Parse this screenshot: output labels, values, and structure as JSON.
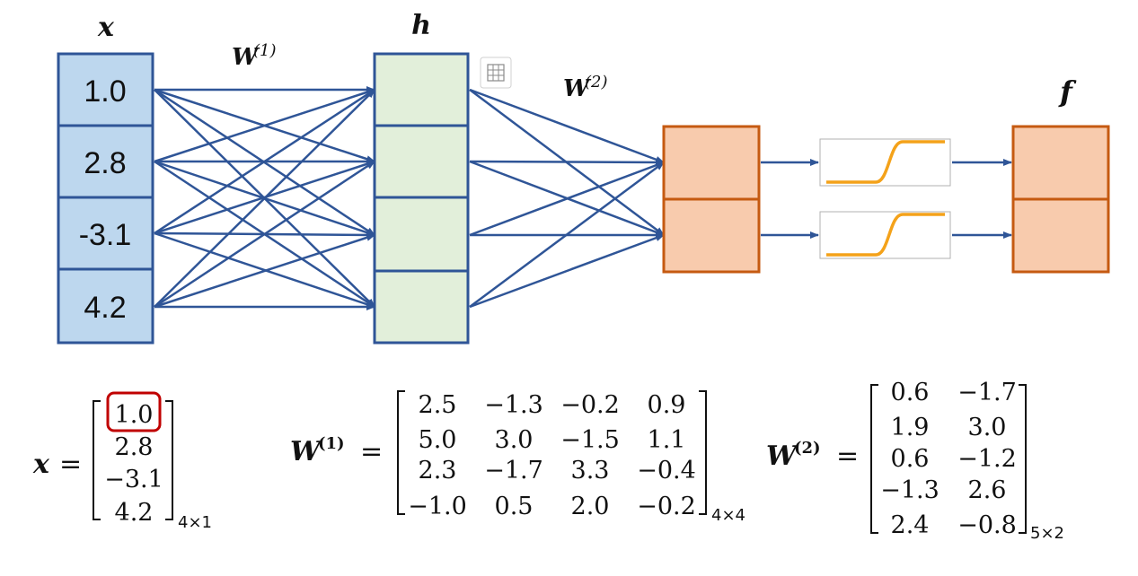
{
  "network": {
    "x_label": "x",
    "h_label": "h",
    "f_label": "f",
    "w1_label": "W",
    "w1_sup": "(1)",
    "w2_label": "W",
    "w2_sup": "(2)",
    "x_values": [
      "1.0",
      "2.8",
      "-3.1",
      "4.2"
    ],
    "colors": {
      "input_fill": "#bdd7ee",
      "input_stroke": "#2f5597",
      "hidden_fill": "#e2efda",
      "hidden_stroke": "#2f5597",
      "output_fill": "#f8cbad",
      "output_stroke": "#c55a11",
      "edge": "#2f5597",
      "sigmoid": "#f4a21a",
      "highlight": "#c00000"
    },
    "toolbar_icon": "table-grid-icon"
  },
  "equations": {
    "x_eq": {
      "label": "x",
      "equals": "=",
      "rows": [
        "1.0",
        "2.8",
        "−3.1",
        "4.2"
      ],
      "dim": "4×1"
    },
    "w1_eq": {
      "label": "W",
      "sup": "(1)",
      "equals": "=",
      "rows": [
        [
          "2.5",
          "−1.3",
          "−0.2",
          "0.9"
        ],
        [
          "5.0",
          "3.0",
          "−1.5",
          "1.1"
        ],
        [
          "2.3",
          "−1.7",
          "3.3",
          "−0.4"
        ],
        [
          "−1.0",
          "0.5",
          "2.0",
          "−0.2"
        ]
      ],
      "dim": "4×4"
    },
    "w2_eq": {
      "label": "W",
      "sup": "(2)",
      "equals": "=",
      "rows": [
        [
          "0.6",
          "−1.7"
        ],
        [
          "1.9",
          "3.0"
        ],
        [
          "0.6",
          "−1.2"
        ],
        [
          "−1.3",
          "2.6"
        ],
        [
          "2.4",
          "−0.8"
        ]
      ],
      "dim": "5×2"
    }
  }
}
